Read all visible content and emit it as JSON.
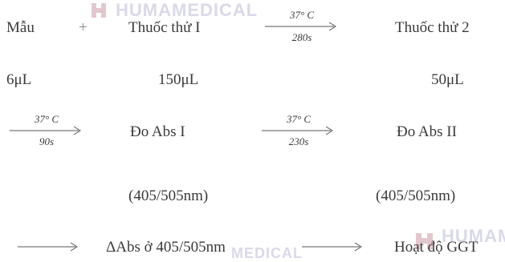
{
  "watermark": {
    "text_top": "HUMAMEDICAL",
    "text_bottom_left": "MEDICAL",
    "text_bottom_right": "HUMAM",
    "color": "#d9d9e8"
  },
  "row1": {
    "sample": "Mẫu",
    "plus": "+",
    "reagent1": "Thuốc thử I",
    "arrow_cond_top": "37° C",
    "arrow_cond_bottom": "280s",
    "reagent2": "Thuốc thử 2"
  },
  "row2": {
    "vol_sample": "6μL",
    "vol_reagent1": "150μL",
    "vol_reagent2": "50μL"
  },
  "row3": {
    "arrow1_top": "37° C",
    "arrow1_bottom": "90s",
    "measure1": "Đo Abs I",
    "arrow2_top": "37° C",
    "arrow2_bottom": "230s",
    "measure2": "Đo Abs II"
  },
  "row4": {
    "wavelength1": "(405/505nm)",
    "wavelength2": "(405/505nm)"
  },
  "row5": {
    "delta_abs": "ΔAbs ở 405/505nm",
    "activity": "Hoạt độ GGT"
  }
}
